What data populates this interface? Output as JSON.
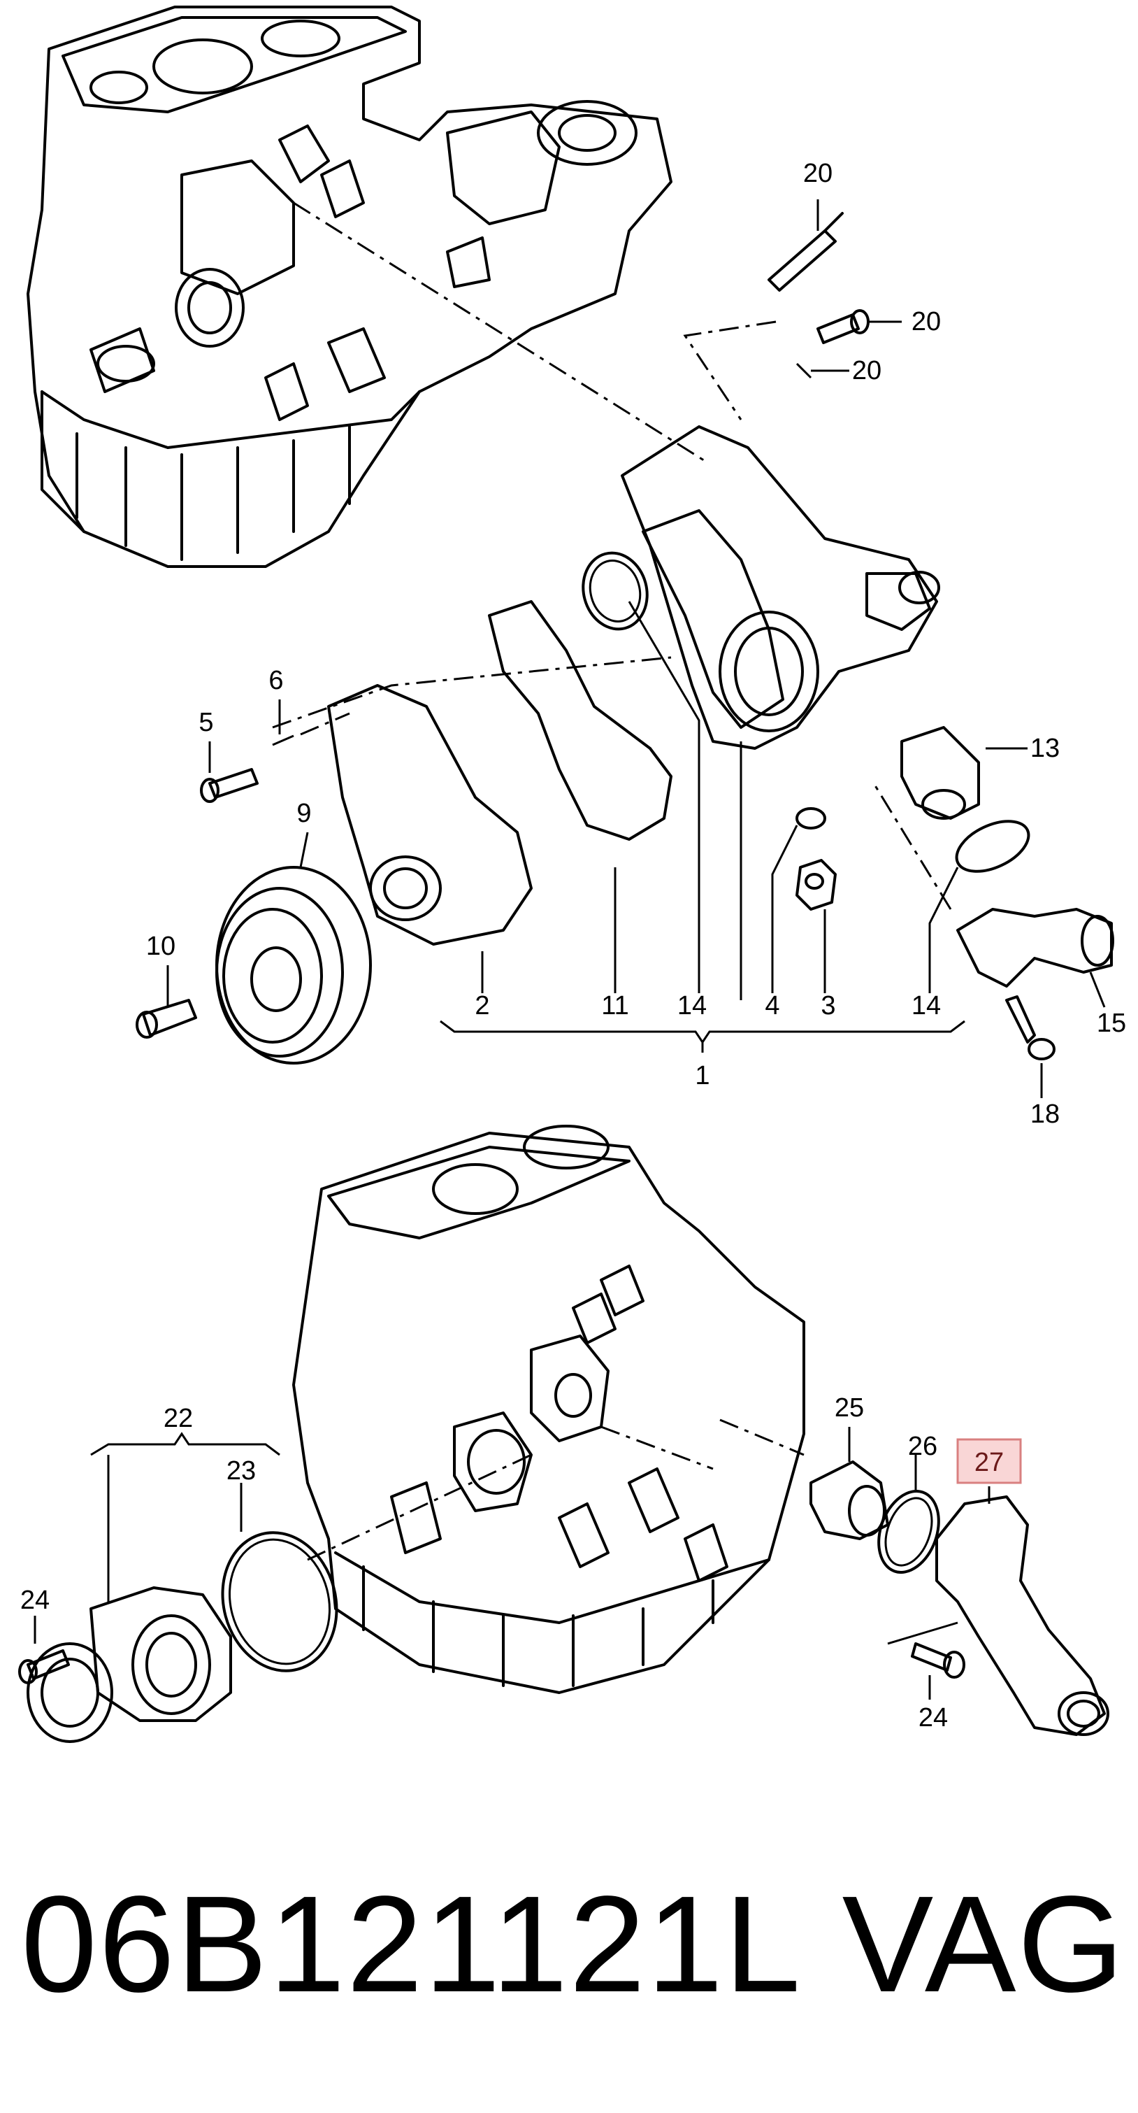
{
  "diagram": {
    "callouts": {
      "c1": "1",
      "c2": "2",
      "c3": "3",
      "c4": "4",
      "c5": "5",
      "c6": "6",
      "c9": "9",
      "c10": "10",
      "c11": "11",
      "c13": "13",
      "c14a": "14",
      "c14b": "14",
      "c15": "15",
      "c18": "18",
      "c20a": "20",
      "c20b": "20",
      "c20c": "20",
      "c22": "22",
      "c23": "23",
      "c24a": "24",
      "c24b": "24",
      "c25": "25",
      "c26": "26",
      "c27": "27"
    },
    "highlighted_callout": "27",
    "highlight_color": "#f9d6d6"
  },
  "caption": {
    "part_number": "06B121121L",
    "brand": "VAG"
  }
}
